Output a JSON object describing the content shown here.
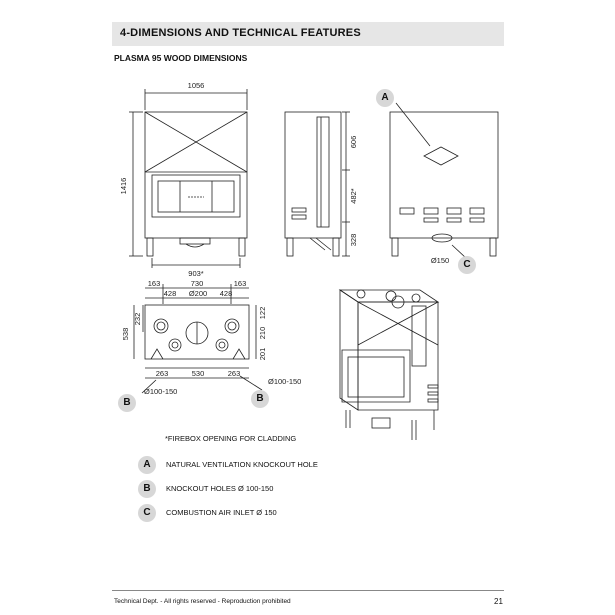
{
  "header": {
    "section_title": "4-DIMENSIONS AND TECHNICAL FEATURES",
    "subtitle": "PLASMA 95 WOOD DIMENSIONS"
  },
  "front_view": {
    "width": "1056",
    "height": "1416",
    "opening": "903*"
  },
  "side_view": {
    "upper": "606",
    "middle": "482*",
    "lower": "328"
  },
  "rear_view": {
    "callout_a": "A",
    "flue_diameter": "Ø150",
    "callout_c": "C"
  },
  "top_view": {
    "top_dims": [
      "163",
      "730",
      "163"
    ],
    "second_row": [
      "428",
      "Ø200",
      "428"
    ],
    "left_height": "538",
    "left_depth": "232",
    "right_dims": [
      "122",
      "210",
      "201"
    ],
    "bottom_dims": [
      "263",
      "530",
      "263"
    ],
    "knockout_label": "Ø100-150",
    "callout_b": "B"
  },
  "footnote": "*FIREBOX OPENING FOR CLADDING",
  "legend": [
    {
      "key": "A",
      "text": "NATURAL VENTILATION KNOCKOUT HOLE"
    },
    {
      "key": "B",
      "text": "KNOCKOUT HOLES Ø 100-150"
    },
    {
      "key": "C",
      "text": "COMBUSTION AIR INLET Ø 150"
    }
  ],
  "footer": {
    "left": "Technical Dept. - All rights reserved - Reproduction prohibited",
    "page_number": "21"
  }
}
